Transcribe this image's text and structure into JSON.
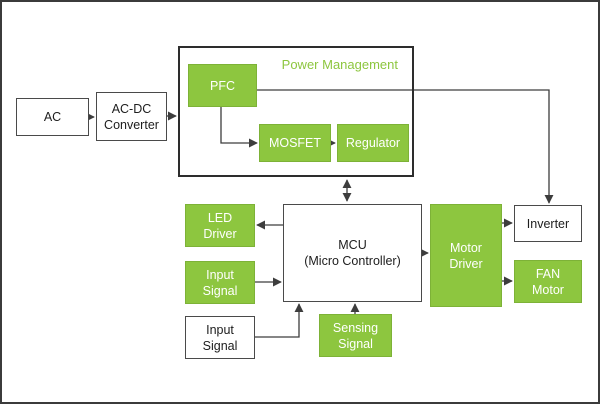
{
  "colors": {
    "green": "#8dc63f",
    "greenborder": "#7db237",
    "line": "#3d3d3d"
  },
  "group": {
    "title": "Power Management"
  },
  "blocks": {
    "ac": {
      "label": "AC"
    },
    "acdc": {
      "label": "AC-DC\nConverter"
    },
    "pfc": {
      "label": "PFC"
    },
    "mosfet": {
      "label": "MOSFET"
    },
    "regulator": {
      "label": "Regulator"
    },
    "led_driver": {
      "label": "LED\nDriver"
    },
    "input_signal_1": {
      "label": "Input\nSignal"
    },
    "input_signal_2": {
      "label": "Input\nSignal"
    },
    "mcu": {
      "label": "MCU\n(Micro Controller)"
    },
    "sensing_signal": {
      "label": "Sensing\nSignal"
    },
    "motor_driver": {
      "label": "Motor\nDriver"
    },
    "inverter": {
      "label": "Inverter"
    },
    "fan_motor": {
      "label": "FAN\nMotor"
    }
  }
}
